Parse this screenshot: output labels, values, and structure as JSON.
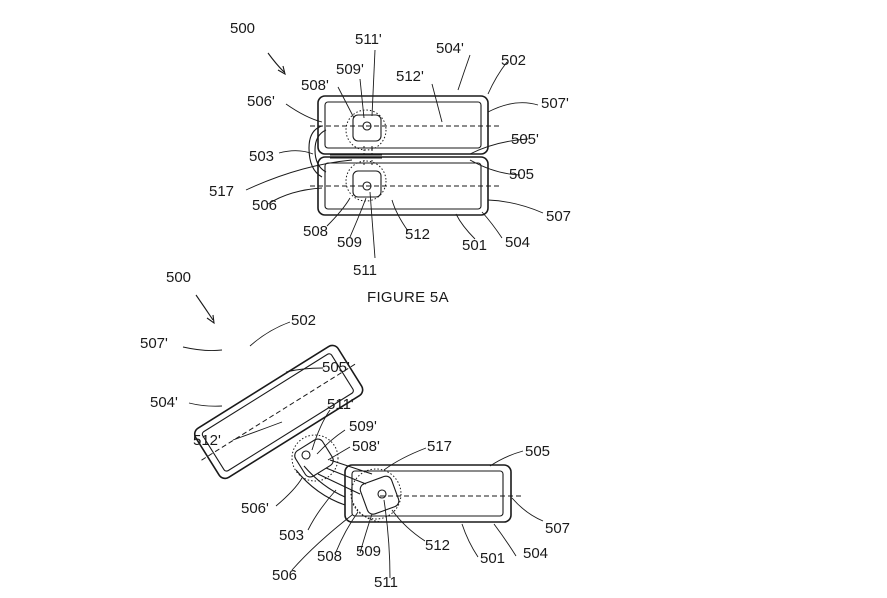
{
  "figure_a": {
    "caption": "FIGURE 5A",
    "labels": {
      "n500": "500",
      "n511p": "511'",
      "n504p": "504'",
      "n502": "502",
      "n509p": "509'",
      "n512p": "512'",
      "n508p": "508'",
      "n506p": "506'",
      "n507p": "507'",
      "n505p": "505'",
      "n503": "503",
      "n505": "505",
      "n517": "517",
      "n506": "506",
      "n507": "507",
      "n508": "508",
      "n509": "509",
      "n512": "512",
      "n501": "501",
      "n504": "504",
      "n511": "511"
    }
  },
  "figure_b": {
    "labels": {
      "n500": "500",
      "n502": "502",
      "n507p": "507'",
      "n505p": "505'",
      "n504p": "504'",
      "n511p": "511'",
      "n512p": "512'",
      "n509p": "509'",
      "n508p": "508'",
      "n517": "517",
      "n505": "505",
      "n506p": "506'",
      "n507": "507",
      "n503": "503",
      "n512": "512",
      "n508": "508",
      "n509": "509",
      "n501": "501",
      "n504": "504",
      "n506": "506",
      "n511": "511"
    }
  }
}
